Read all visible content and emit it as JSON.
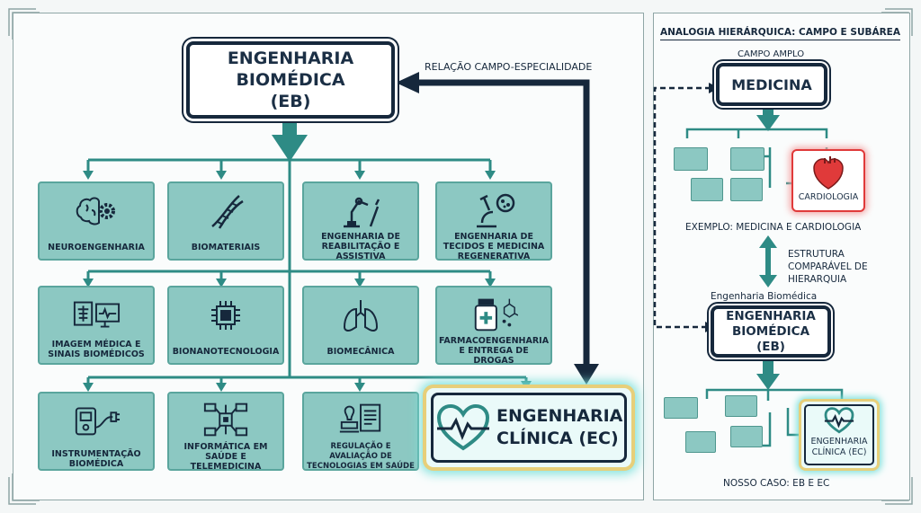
{
  "main": {
    "root_title": "ENGENHARIA BIOMÉDICA (EB)",
    "relation_label": "RELAÇÃO CAMPO-ESPECIALIDADE",
    "subareas": [
      {
        "label": "NEUROENGENHARIA",
        "icon": "brain-gear-icon"
      },
      {
        "label": "BIOMATERIAIS",
        "icon": "dna-icon"
      },
      {
        "label": "ENGENHARIA DE REABILITAÇÃO E ASSISTIVA",
        "icon": "robot-arm-icon"
      },
      {
        "label": "ENGENHARIA DE TECIDOS E MEDICINA REGENERATIVA",
        "icon": "microscope-icon"
      },
      {
        "label": "IMAGEM MÉDICA E SINAIS BIOMÉDICOS",
        "icon": "xray-monitor-icon"
      },
      {
        "label": "BIONANOTECNOLOGIA",
        "icon": "chip-icon"
      },
      {
        "label": "BIOMECÂNICA",
        "icon": "lungs-icon"
      },
      {
        "label": "FARMACOENGENHARIA E ENTREGA DE DROGAS",
        "icon": "medicine-bottle-icon"
      },
      {
        "label": "INSTRUMENTAÇÃO BIOMÉDICA",
        "icon": "device-plug-icon"
      },
      {
        "label": "INFORMÁTICA EM SAÚDE E TELEMEDICINA",
        "icon": "network-icon"
      },
      {
        "label": "REGULAÇÃO E AVALIAÇÃO DE TECNOLOGIAS EM SAÚDE",
        "icon": "stamp-document-icon"
      }
    ],
    "highlight": {
      "label": "ENGENHARIA CLÍNICA (EC)",
      "icon": "heart-pulse-icon"
    }
  },
  "analogy": {
    "title": "ANALOGIA HIERÁRQUICA: CAMPO E SUBÁREA",
    "broad_field_label": "CAMPO AMPLO",
    "medicine_title": "MEDICINA",
    "cardiology_label": "CARDIOLOGIA",
    "example_label": "EXEMPLO: MEDICINA E CARDIOLOGIA",
    "comparable_label": "ESTRUTURA COMPARÁVEL DE HIERARQUIA",
    "eb_caption": "Engenharia Biomédica",
    "eb_title": "ENGENHARIA BIOMÉDICA (EB)",
    "ec_label": "ENGENHARIA CLÍNICA (EC)",
    "our_case_label": "NOSSO CASO: EB E EC"
  },
  "colors": {
    "navy": "#16283c",
    "teal": "#2e8b85",
    "tile": "#8cc8c2",
    "red": "#e03a3a",
    "gold": "#e7cf7a"
  }
}
